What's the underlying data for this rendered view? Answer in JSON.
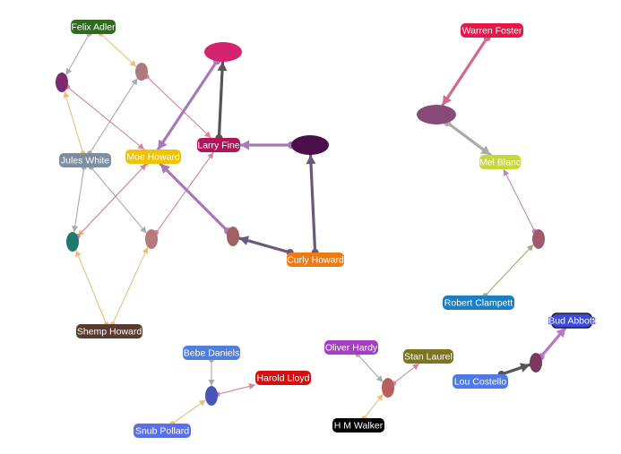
{
  "nodes": [
    {
      "id": "felix",
      "label": "Felix Adler",
      "color": "#2e6b1f",
      "kind": "person"
    },
    {
      "id": "jules",
      "label": "Jules White",
      "color": "#7d8ea0",
      "kind": "person"
    },
    {
      "id": "moe",
      "label": "Moe Howard",
      "color": "#f2c200",
      "kind": "person"
    },
    {
      "id": "larry",
      "label": "Larry Fine",
      "color": "#b0145a",
      "kind": "person"
    },
    {
      "id": "curly",
      "label": "Curly Howard",
      "color": "#f07a12",
      "kind": "person"
    },
    {
      "id": "shemp",
      "label": "Shemp Howard",
      "color": "#5a3a2e",
      "kind": "person"
    },
    {
      "id": "warren",
      "label": "Warren Foster",
      "color": "#e8174a",
      "kind": "person"
    },
    {
      "id": "mel",
      "label": "Mel Blanc",
      "color": "#c9d63a",
      "kind": "person"
    },
    {
      "id": "robert",
      "label": "Robert Clampett",
      "color": "#1a7fc4",
      "kind": "person"
    },
    {
      "id": "bebe",
      "label": "Bebe Daniels",
      "color": "#4f7ee0",
      "kind": "person"
    },
    {
      "id": "harold",
      "label": "Harold Lloyd",
      "color": "#d30f0f",
      "kind": "person"
    },
    {
      "id": "snub",
      "label": "Snub Pollard",
      "color": "#5a6fe8",
      "kind": "person"
    },
    {
      "id": "oliver",
      "label": "Oliver Hardy",
      "color": "#a63dc4",
      "kind": "person"
    },
    {
      "id": "stan",
      "label": "Stan Laurel",
      "color": "#7d7520",
      "kind": "person"
    },
    {
      "id": "hm",
      "label": "H M Walker",
      "color": "#050505",
      "kind": "person"
    },
    {
      "id": "lou",
      "label": "Lou Costello",
      "color": "#4d7ae8",
      "kind": "person"
    },
    {
      "id": "bud",
      "label": "Bud Abbott",
      "color": "#3d4ad8",
      "kind": "person"
    },
    {
      "id": "f1",
      "label": "",
      "color": "#7a2a6e",
      "kind": "film"
    },
    {
      "id": "f2",
      "label": "",
      "color": "#b07880",
      "kind": "film"
    },
    {
      "id": "f3",
      "label": "",
      "color": "#d4246e",
      "kind": "film"
    },
    {
      "id": "f4",
      "label": "",
      "color": "#4a0f4a",
      "kind": "film"
    },
    {
      "id": "f5",
      "label": "",
      "color": "#1e7a6a",
      "kind": "film"
    },
    {
      "id": "f6",
      "label": "",
      "color": "#b87a78",
      "kind": "film"
    },
    {
      "id": "f7",
      "label": "",
      "color": "#a06060",
      "kind": "film"
    },
    {
      "id": "f8",
      "label": "",
      "color": "#8a4a78",
      "kind": "film"
    },
    {
      "id": "f9",
      "label": "",
      "color": "#a05a70",
      "kind": "film"
    },
    {
      "id": "f10",
      "label": "",
      "color": "#4456b8",
      "kind": "film"
    },
    {
      "id": "f11",
      "label": "",
      "color": "#b86060",
      "kind": "film"
    },
    {
      "id": "f12",
      "label": "",
      "color": "#7a3a5e",
      "kind": "film"
    }
  ],
  "edges": [
    {
      "from": "felix",
      "to": "f1",
      "color": "#aaaaaa",
      "weight": 1
    },
    {
      "from": "felix",
      "to": "f2",
      "color": "#e8c07a",
      "weight": 1
    },
    {
      "from": "jules",
      "to": "f1",
      "color": "#e8c07a",
      "weight": 1
    },
    {
      "from": "jules",
      "to": "f2",
      "color": "#aaaaaa",
      "weight": 1
    },
    {
      "from": "f1",
      "to": "moe",
      "color": "#d8839a",
      "weight": 1
    },
    {
      "from": "f2",
      "to": "larry",
      "color": "#d8839a",
      "weight": 1
    },
    {
      "from": "jules",
      "to": "f5",
      "color": "#aaaaaa",
      "weight": 1
    },
    {
      "from": "jules",
      "to": "f6",
      "color": "#aaaaaa",
      "weight": 1
    },
    {
      "from": "moe",
      "to": "f5",
      "color": "#e8c07a",
      "weight": 1
    },
    {
      "from": "f5",
      "to": "moe",
      "color": "#d8839a",
      "weight": 1
    },
    {
      "from": "f6",
      "to": "larry",
      "color": "#d8839a",
      "weight": 1
    },
    {
      "from": "shemp",
      "to": "f5",
      "color": "#e8c07a",
      "weight": 1
    },
    {
      "from": "shemp",
      "to": "f6",
      "color": "#e8c07a",
      "weight": 1
    },
    {
      "from": "f3",
      "to": "moe",
      "color": "#a878b8",
      "weight": 3
    },
    {
      "from": "larry",
      "to": "f3",
      "color": "#555555",
      "weight": 3
    },
    {
      "from": "f4",
      "to": "larry",
      "color": "#a878b8",
      "weight": 3
    },
    {
      "from": "curly",
      "to": "f4",
      "color": "#6a5a7a",
      "weight": 3
    },
    {
      "from": "curly",
      "to": "f7",
      "color": "#6a5a7a",
      "weight": 3
    },
    {
      "from": "f7",
      "to": "moe",
      "color": "#a878b8",
      "weight": 3
    },
    {
      "from": "warren",
      "to": "f8",
      "color": "#d06a90",
      "weight": 3
    },
    {
      "from": "f8",
      "to": "mel",
      "color": "#aaaaaa",
      "weight": 3
    },
    {
      "from": "robert",
      "to": "f9",
      "color": "#a8a878",
      "weight": 1
    },
    {
      "from": "f9",
      "to": "mel",
      "color": "#b88ac0",
      "weight": 1
    },
    {
      "from": "bebe",
      "to": "f10",
      "color": "#aaaaaa",
      "weight": 1
    },
    {
      "from": "f10",
      "to": "harold",
      "color": "#d8839a",
      "weight": 1
    },
    {
      "from": "snub",
      "to": "f10",
      "color": "#e8c07a",
      "weight": 1
    },
    {
      "from": "oliver",
      "to": "f11",
      "color": "#aaaaaa",
      "weight": 1
    },
    {
      "from": "hm",
      "to": "f11",
      "color": "#e8c07a",
      "weight": 1
    },
    {
      "from": "f11",
      "to": "stan",
      "color": "#d8839a",
      "weight": 1
    },
    {
      "from": "lou",
      "to": "f12",
      "color": "#555555",
      "weight": 3
    },
    {
      "from": "f12",
      "to": "bud",
      "color": "#b878c8",
      "weight": 3
    }
  ]
}
